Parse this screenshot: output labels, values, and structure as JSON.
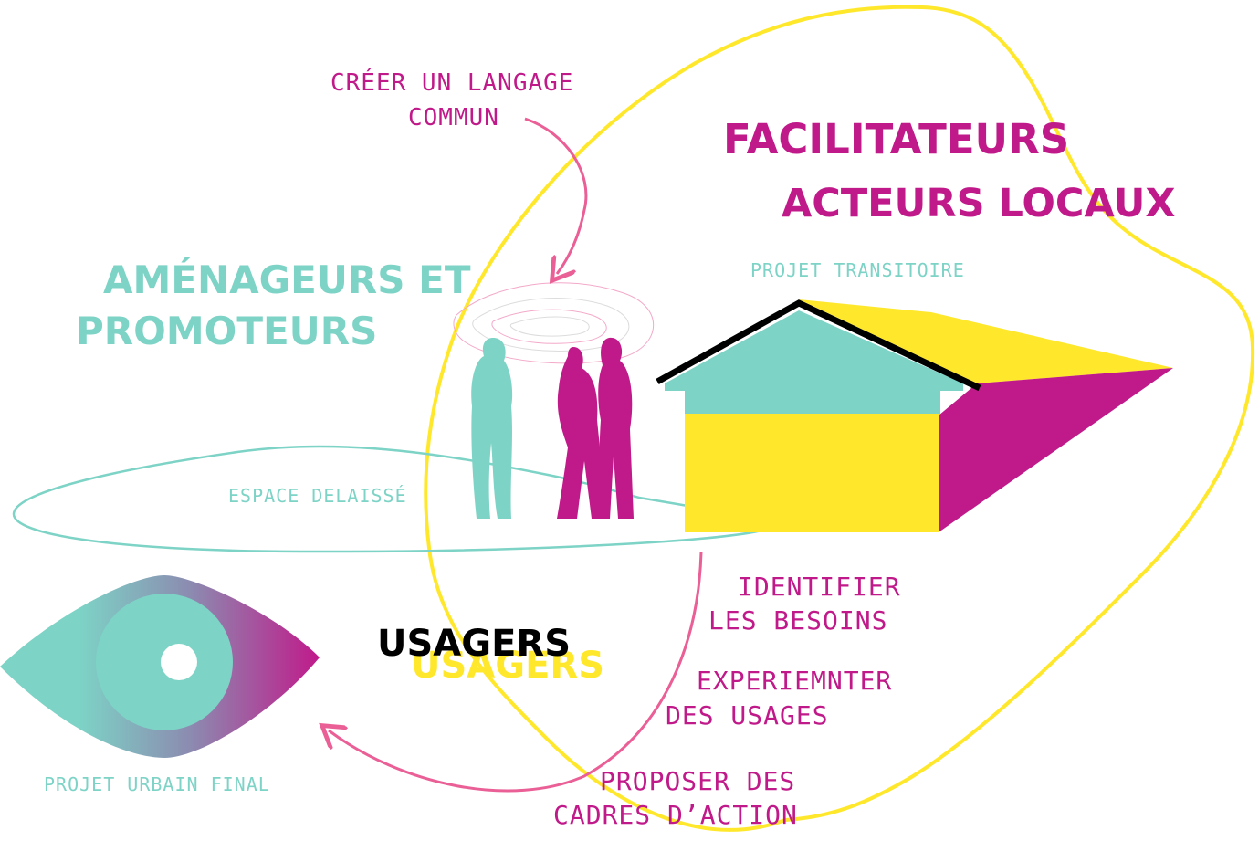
{
  "labels": {
    "creer_langage_l1": "CRÉER UN LANGAGE",
    "creer_langage_l2": "COMMUN",
    "facilitateurs": "FACILITATEURS",
    "acteurs_locaux": "ACTEURS LOCAUX",
    "projet_transitoire": "PROJET TRANSITOIRE",
    "amenageurs_l1": "AMÉNAGEURS ET",
    "amenageurs_l2": "PROMOTEURS",
    "espace_delaisse": "ESPACE DELAISSÉ",
    "identifier_l1": "IDENTIFIER",
    "identifier_l2": "LES BESOINS",
    "usagers_black": "USAGERS",
    "usagers_yellow": "USAGERS",
    "experimenter_l1": "EXPERIEMNTER",
    "experimenter_l2": "DES USAGES",
    "proposer_l1": "PROPOSER DES",
    "proposer_l2": "CADRES D’ACTION",
    "projet_urbain_final": "PROJET URBAIN FINAL"
  },
  "icons": [
    "people-silhouettes-icon",
    "house-icon",
    "eye-icon"
  ],
  "colors": {
    "magenta": "#c01a8a",
    "teal": "#7dd3c6",
    "yellow": "#ffe82c",
    "pink_arrow": "#ea5f96",
    "black": "#000000"
  }
}
